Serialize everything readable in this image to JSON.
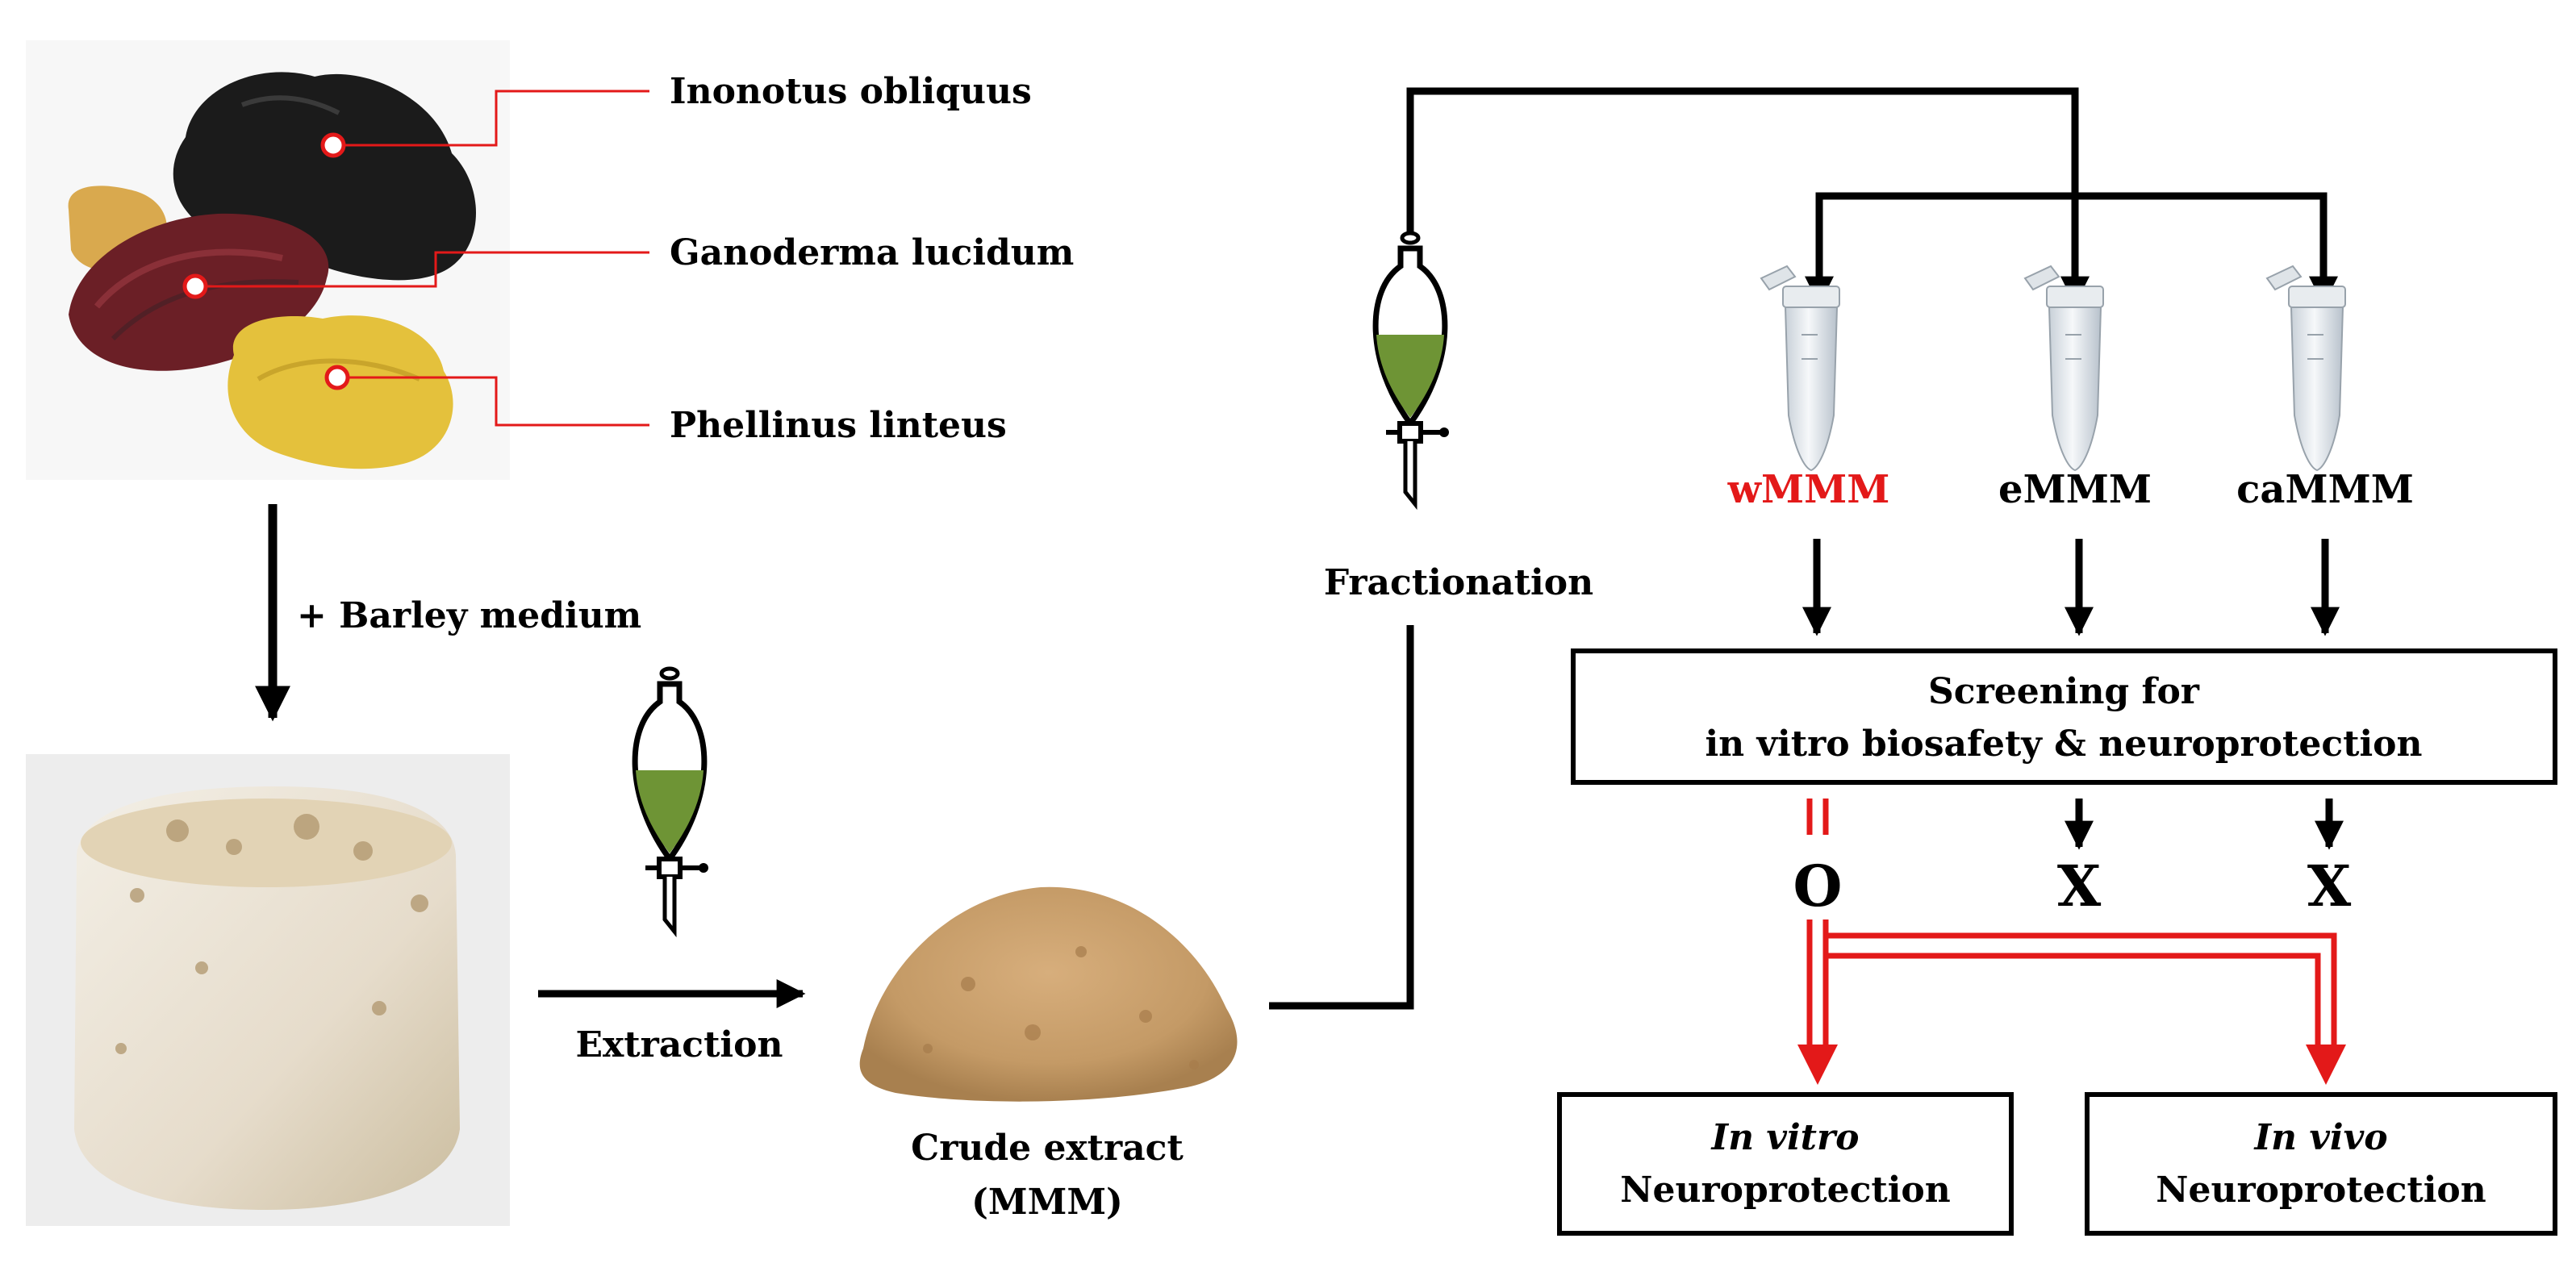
{
  "species": {
    "items": [
      {
        "label": "Inonotus obliquus"
      },
      {
        "label": "Ganoderma lucidum"
      },
      {
        "label": "Phellinus linteus"
      }
    ]
  },
  "steps": {
    "barley": "+ Barley medium",
    "extraction": "Extraction",
    "fractionation": "Fractionation",
    "crude_line1": "Crude extract",
    "crude_line2": "(MMM)"
  },
  "fractions": [
    {
      "label": "wMMM",
      "highlighted": true
    },
    {
      "label": "eMMM",
      "highlighted": false
    },
    {
      "label": "caMMM",
      "highlighted": false
    }
  ],
  "screening": {
    "line1": "Screening for",
    "line2": "in vitro biosafety & neuroprotection"
  },
  "results": [
    "O",
    "X",
    "X"
  ],
  "outcomes": {
    "in_vitro_title": "In vitro",
    "in_vitro_sub": "Neuroprotection",
    "in_vivo_title": "In vivo",
    "in_vivo_sub": "Neuroprotection"
  },
  "colors": {
    "accent_red": "#e31919",
    "funnel_green": "#6e9435",
    "powder": "#c49a66",
    "ink": "#000000"
  }
}
